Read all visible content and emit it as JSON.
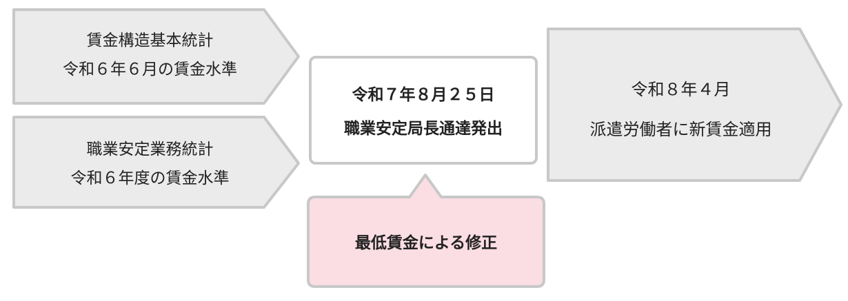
{
  "diagram": {
    "source_wage_structure": {
      "line1": "賃金構造基本統計",
      "line2": "令和６年６月の賃金水準"
    },
    "source_employment_security": {
      "line1": "職業安定業務統計",
      "line2": "令和６年度の賃金水準"
    },
    "notice": {
      "line1": "令和７年８月２５日",
      "line2": "職業安定局長通達発出"
    },
    "application": {
      "line1": "令和８年４月",
      "line2": "派遣労働者に新賃金適用"
    },
    "correction": {
      "label": "最低賃金による修正"
    },
    "colors": {
      "arrow_fill": "#ebebeb",
      "arrow_stroke": "#c8c8c8",
      "notice_fill": "#ffffff",
      "notice_stroke": "#c8c8c8",
      "correction_fill": "#fbdde4",
      "correction_stroke": "#c8c8c8",
      "text": "#222222"
    }
  }
}
